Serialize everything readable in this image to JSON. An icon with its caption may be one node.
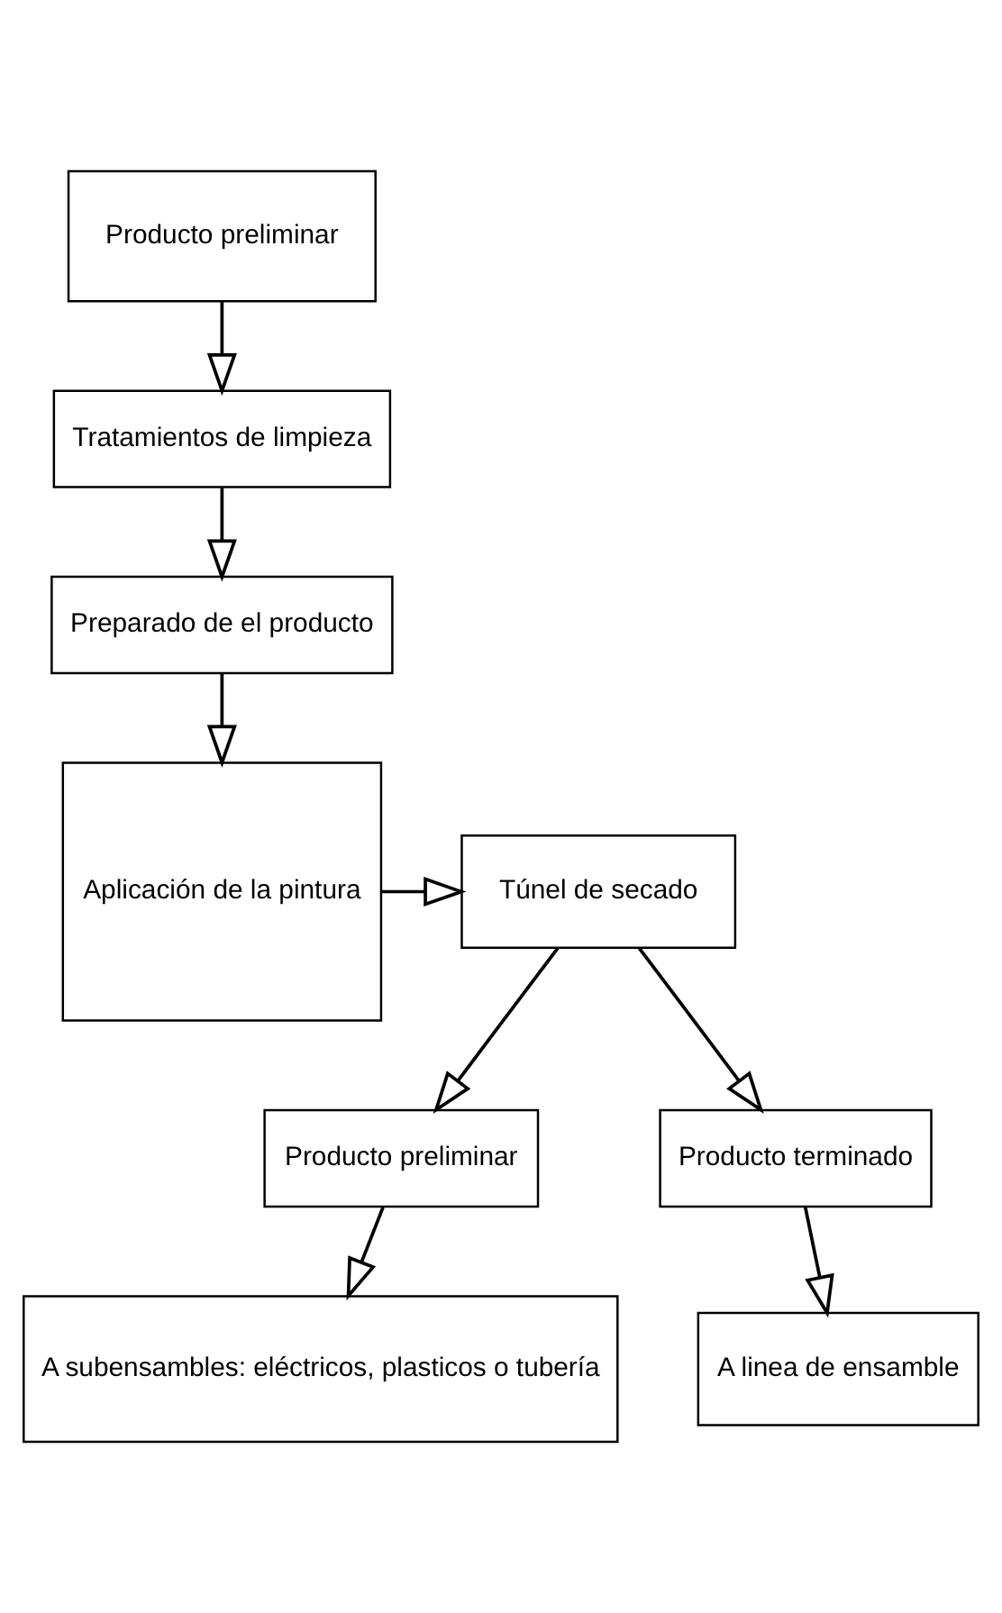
{
  "diagram": {
    "nodes": [
      {
        "text": [
          "Producto preliminar"
        ]
      },
      {
        "text": [
          "Tratamientos de limpieza"
        ]
      },
      {
        "text": [
          "Preparado de el producto"
        ]
      },
      {
        "text": [
          "Aplicación de la pintura"
        ]
      },
      {
        "text": [
          "Túnel de secado"
        ]
      },
      {
        "text": [
          "Producto preliminar"
        ]
      },
      {
        "text": [
          "Producto terminado"
        ]
      },
      {
        "text": [
          "A subensambles: eléctricos, plasticos o tubería"
        ]
      },
      {
        "text": [
          "A linea de ensamble"
        ]
      }
    ],
    "edges": [
      {
        "from": 0,
        "to": 1,
        "arrow": "to"
      },
      {
        "from": 1,
        "to": 2,
        "arrow": "to"
      },
      {
        "from": 2,
        "to": 3,
        "arrow": "to"
      },
      {
        "from": 3,
        "to": 4,
        "arrow": "to"
      },
      {
        "from": 4,
        "to": 5,
        "arrow": "to"
      },
      {
        "from": 4,
        "to": 6,
        "arrow": "to"
      },
      {
        "from": 5,
        "to": 7,
        "arrow": "to"
      },
      {
        "from": 6,
        "to": 8,
        "arrow": "to"
      }
    ]
  }
}
